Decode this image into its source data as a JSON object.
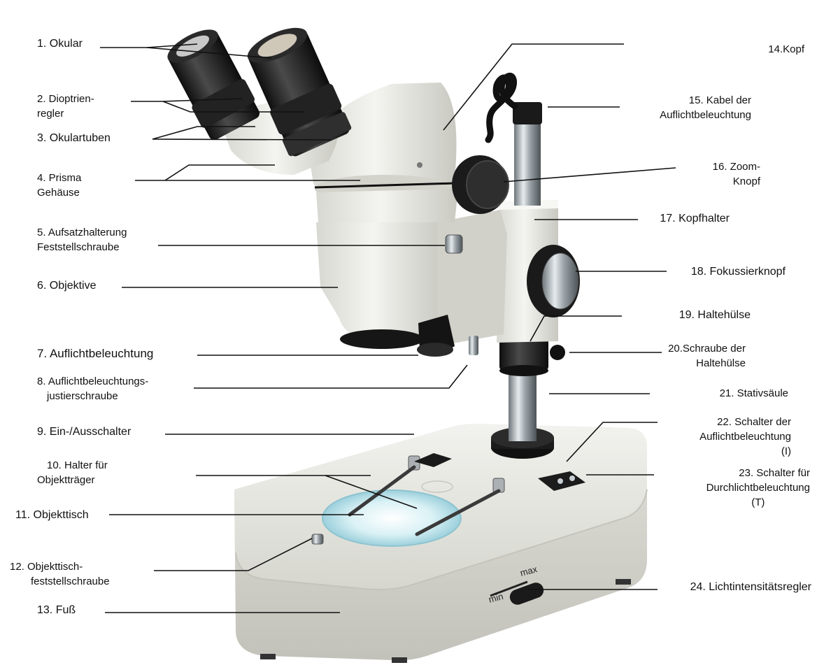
{
  "labels": {
    "l1": [
      "1. Okular"
    ],
    "l2": [
      "2. Dioptrien-",
      "regler"
    ],
    "l3": [
      "3. Okulartuben"
    ],
    "l4": [
      "4. Prisma",
      "Gehäuse"
    ],
    "l5": [
      "5. Aufsatzhalterung",
      "Feststellschraube"
    ],
    "l6": [
      "6. Objektive"
    ],
    "l7": [
      "7. Auflichtbeleuchtung"
    ],
    "l8": [
      "8. Auflichtbeleuchtungs-",
      "justierschraube"
    ],
    "l9": [
      "9.  Ein-/Ausschalter"
    ],
    "l10": [
      "10. Halter für",
      "Objektträger"
    ],
    "l11": [
      "11. Objekttisch"
    ],
    "l12": [
      "12. Objekttisch-",
      "feststellschraube"
    ],
    "l13": [
      "13. Fuß"
    ],
    "l14": [
      "14.Kopf"
    ],
    "l15": [
      "15. Kabel der",
      "Auflichtbeleuchtung"
    ],
    "l16": [
      "16. Zoom-",
      "Knopf"
    ],
    "l17": [
      "17. Kopfhalter"
    ],
    "l18": [
      "18. Fokussierknopf"
    ],
    "l19": [
      "19. Haltehülse"
    ],
    "l20": [
      "20.Schraube der",
      "Haltehülse"
    ],
    "l21": [
      "21. Stativsäule"
    ],
    "l22": [
      "22. Schalter der",
      "Auflichtbeleuchtung",
      "(I)"
    ],
    "l23": [
      "23. Schalter für",
      "Durchlichtbeleuchtung",
      "(T)"
    ],
    "l24": [
      "24. Lichtintensitätsregler"
    ]
  },
  "dial": {
    "min": "min",
    "max": "max"
  },
  "colors": {
    "body": "#e9e9e4",
    "shade": "#bdbdb6",
    "dark": "#1d1d1d",
    "chrome": "#a9b0b5",
    "glass": "#bfe6ef"
  }
}
